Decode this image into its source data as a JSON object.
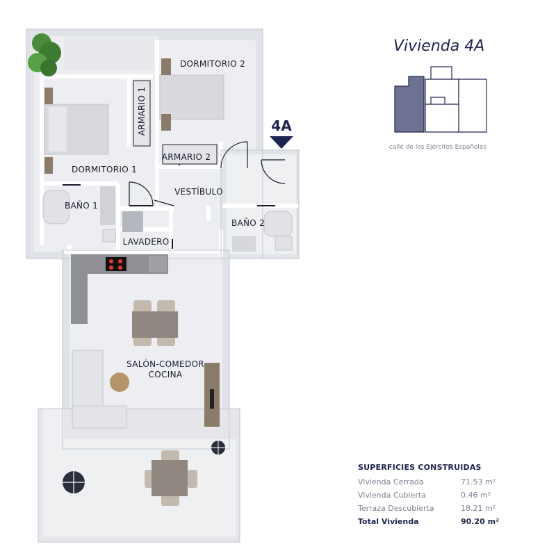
{
  "unit_title": "Vivienda 4A",
  "street": "calle de los Ejércitos Españoles",
  "entry_marker": "4A",
  "rooms": {
    "dormitorio1": "DORMITORIO 1",
    "dormitorio2": "DORMITORIO 2",
    "armario1": "ARMARIO 1",
    "armario2": "ARMARIO 2",
    "vestibulo": "VESTÍBULO",
    "bano1": "BAÑO 1",
    "bano2": "BAÑO 2",
    "lavadero": "LAVADERO",
    "salon_line1": "SALÓN-COMEDOR",
    "salon_line2": "COCINA"
  },
  "areas": {
    "title": "SUPERFICIES CONSTRUIDAS",
    "rows": [
      {
        "label": "Vivienda Cerrada",
        "value": "71.53 m²"
      },
      {
        "label": "Vivienda Cubierta",
        "value": "0.46 m²"
      },
      {
        "label": "Terraza Descubierta",
        "value": "18.21 m²"
      }
    ],
    "total": {
      "label": "Total Vivienda",
      "value": "90.20 m²"
    }
  },
  "colors": {
    "wall": "#ffffff",
    "wall_outline": "#b9bcc8",
    "floor": "#e9ebee",
    "terrace": "#eef0f2",
    "brand": "#1e2450",
    "highlight": "#6e7394",
    "wood": "#8b7b6a",
    "table": "#8f8780"
  }
}
